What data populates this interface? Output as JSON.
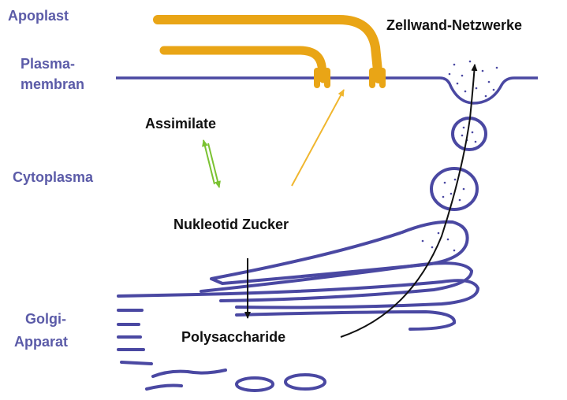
{
  "labels": {
    "apoplast": "Apoplast",
    "plasmamembran_1": "Plasma-",
    "plasmamembran_2": "membran",
    "cytoplasma": "Cytoplasma",
    "golgi_1": "Golgi-",
    "golgi_2": "Apparat",
    "zellwand": "Zellwand-Netzwerke",
    "assimilate": "Assimilate",
    "nukleotid": "Nukleotid Zucker",
    "polysaccharide": "Polysaccharide"
  },
  "colors": {
    "membrane": "#4a48a2",
    "cellulose_synthase": "#e9a516",
    "assimilate_arrows": "#7bc232",
    "secretion_arrow": "#f0b62e",
    "side_label": "#5b5ba8",
    "text": "#111111"
  }
}
